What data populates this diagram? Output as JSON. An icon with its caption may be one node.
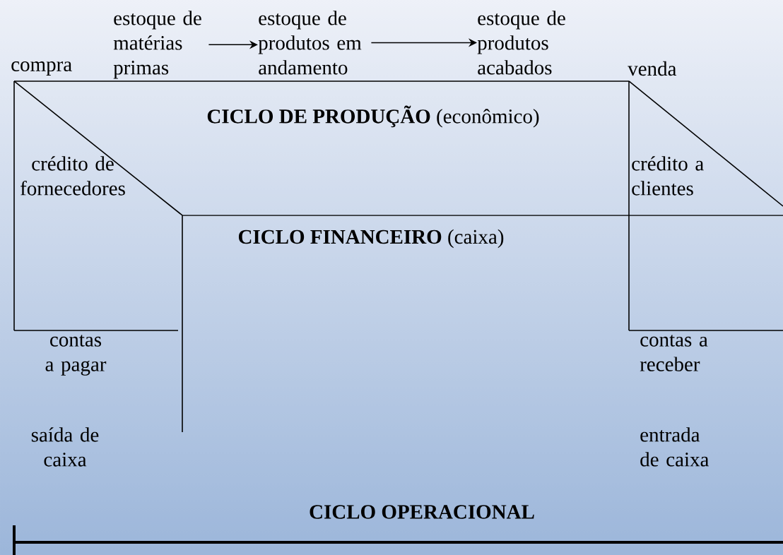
{
  "diagram": {
    "nodes": [
      {
        "text": [
          "estoque de matérias primas"
        ]
      },
      {
        "text": [
          "estoque de produtos em andamento"
        ]
      },
      {
        "text": [
          "estoque de produtos acabados"
        ]
      }
    ],
    "edges": [
      {
        "from": 0,
        "to": 1,
        "arrow": "to"
      },
      {
        "from": 1,
        "to": 2,
        "arrow": "to"
      }
    ],
    "labels": [
      "compra",
      "venda",
      "**CICLO DE PRODUÇÃO** (econômico)",
      "crédito de fornecedores",
      "crédito a clientes",
      "**CICLO FINANCEIRO** (caixa)",
      "contas a pagar",
      "contas a receber",
      "saída de caixa",
      "entrada de caixa",
      "CICLO OPERACIONAL"
    ]
  }
}
